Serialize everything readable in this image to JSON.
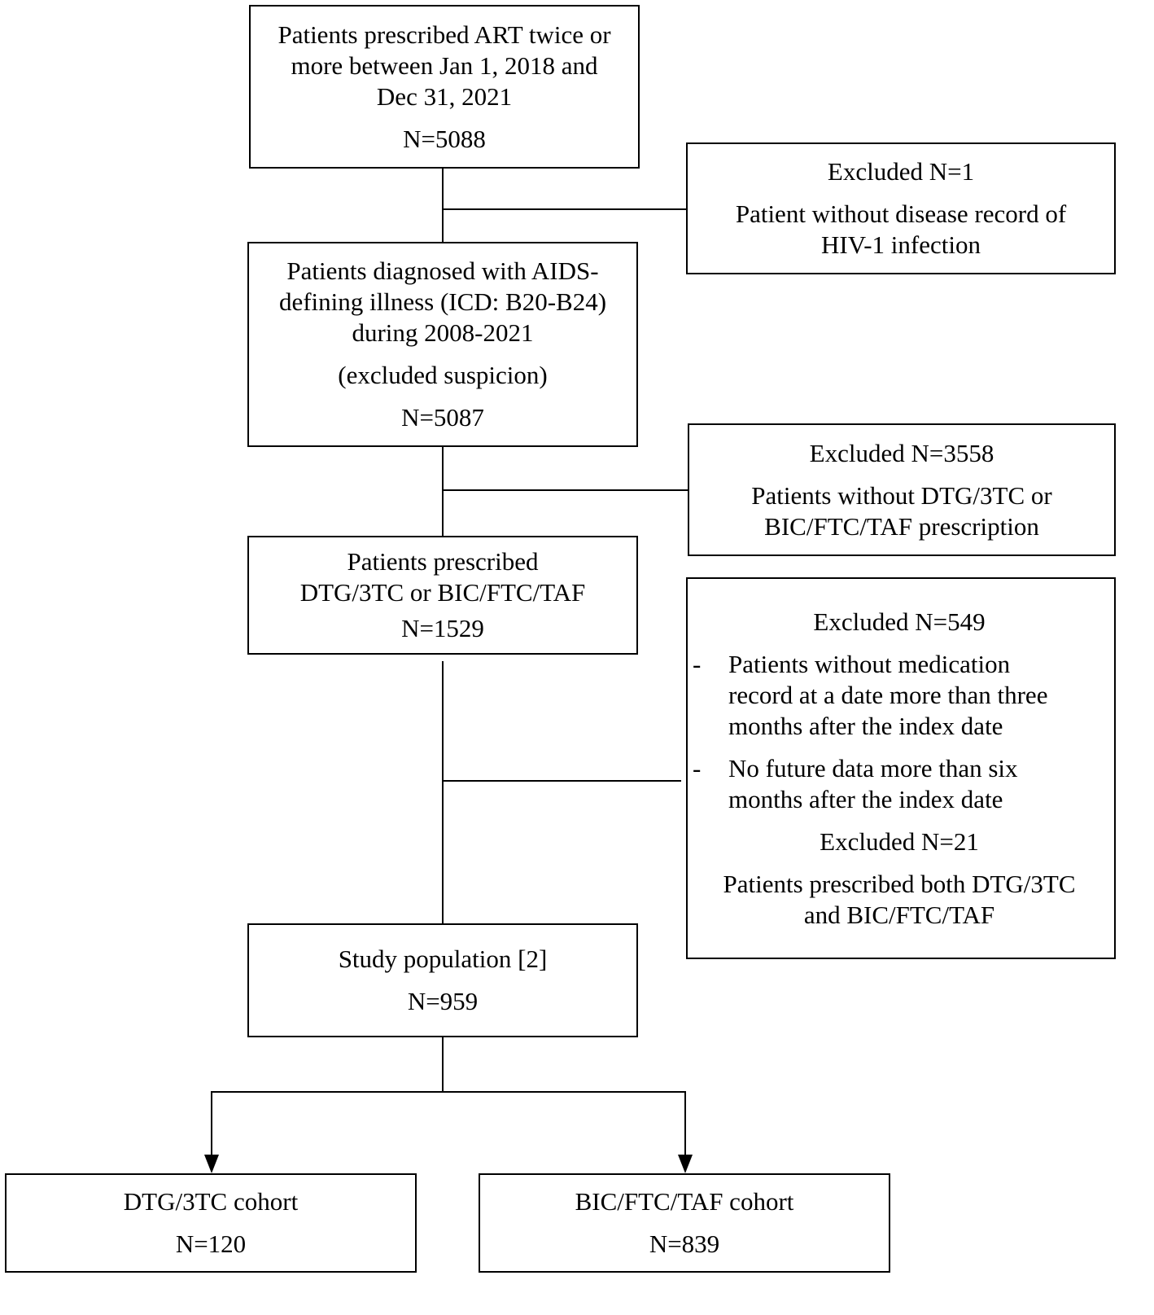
{
  "boxes": {
    "b1": {
      "lines": [
        "Patients prescribed ART twice or",
        "more between  Jan 1, 2018 and",
        "Dec 31, 2021"
      ],
      "n": "N=5088"
    },
    "ex1": {
      "title": "Excluded N=1",
      "lines": [
        "Patient without disease record of",
        "HIV-1 infection"
      ]
    },
    "b2": {
      "lines": [
        "Patients diagnosed with AIDS-",
        "defining illness (ICD: B20-B24)",
        "during 2008-2021"
      ],
      "note": "(excluded suspicion)",
      "n": "N=5087"
    },
    "ex2": {
      "title": "Excluded N=3558",
      "lines": [
        "Patients without DTG/3TC or",
        "BIC/FTC/TAF prescription"
      ]
    },
    "b3": {
      "lines": [
        "Patients prescribed",
        "DTG/3TC or BIC/FTC/TAF"
      ],
      "n": "N=1529"
    },
    "ex3": {
      "title1": "Excluded N=549",
      "items": [
        [
          "Patients without medication",
          "record at a date more than three",
          "months after the index date"
        ],
        [
          "No future data more than six",
          "months after the index date"
        ]
      ],
      "title2": "Excluded N=21",
      "lines2": [
        "Patients prescribed both DTG/3TC",
        "and  BIC/FTC/TAF"
      ]
    },
    "b4": {
      "label": "Study population [2]",
      "n": "N=959"
    },
    "c1": {
      "label": "DTG/3TC cohort",
      "n": "N=120"
    },
    "c2": {
      "label": "BIC/FTC/TAF cohort",
      "n": "N=839"
    }
  }
}
